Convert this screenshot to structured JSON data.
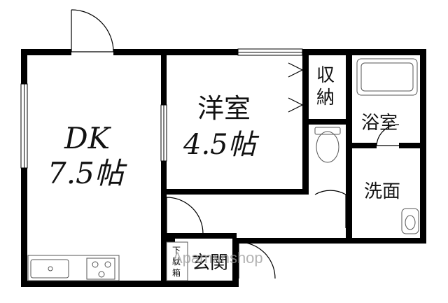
{
  "rooms": {
    "dk": {
      "name": "DK",
      "size": "7.5帖"
    },
    "western": {
      "name": "洋室",
      "size": "4.5帖"
    },
    "storage": {
      "name_line1": "収",
      "name_line2": "納"
    },
    "bath": {
      "name": "浴室"
    },
    "washroom": {
      "name": "洗面"
    },
    "entrance": {
      "name": "玄関"
    },
    "shoe_box": {
      "line1": "下",
      "line2": "駄",
      "line3": "箱"
    }
  },
  "watermark": {
    "text": "Apamanshop"
  },
  "colors": {
    "wall": "#000000",
    "fixture": "#555555",
    "watermark": "#9a9a9a"
  }
}
